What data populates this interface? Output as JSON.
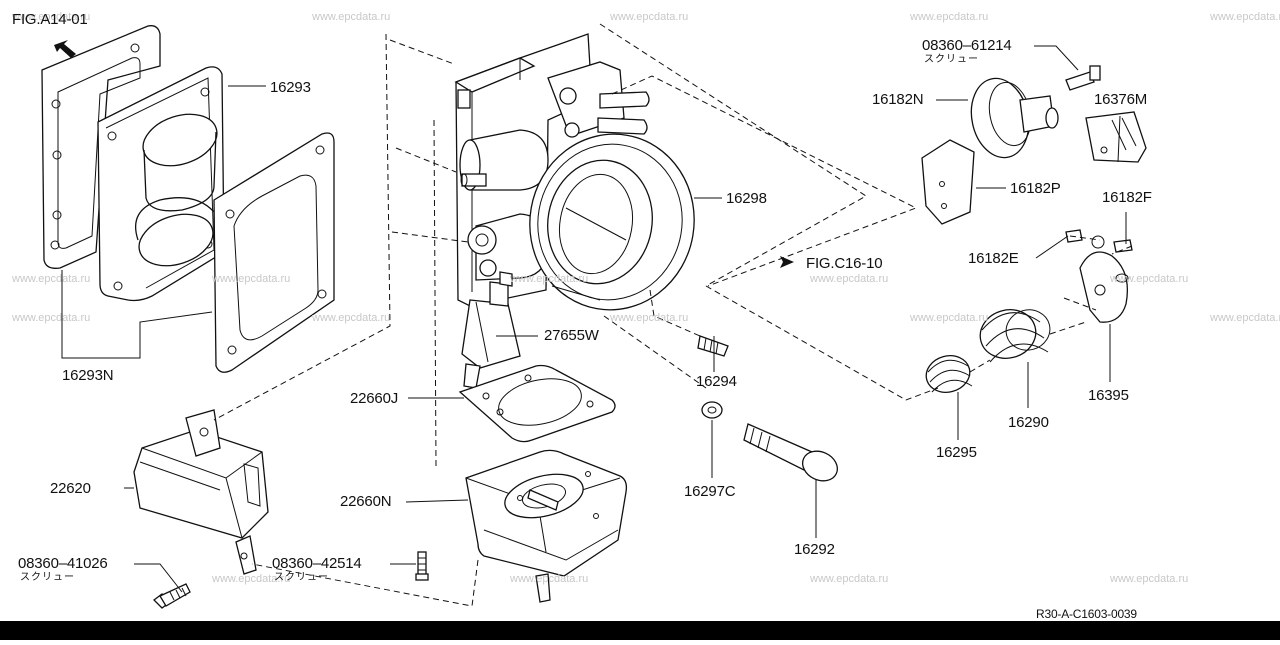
{
  "figure": {
    "figure_id": "FIG.A14-01",
    "ref_code": "R30-A-C1603-0039",
    "cross_ref": "FIG.C16-10"
  },
  "watermark": "www.epcdata.ru",
  "parts": {
    "p16293": "16293",
    "p16293N": "16293N",
    "p16298": "16298",
    "p27655W": "27655W",
    "p22660J": "22660J",
    "p22660N": "22660N",
    "p22620": "22620",
    "p08360_41026": "08360–41026",
    "p08360_41026_note": "スクリュー",
    "p08360_42514": "08360–42514",
    "p08360_42514_note": "スクリュー",
    "p08360_61214": "08360–61214",
    "p08360_61214_note": "スクリュー",
    "p16182N": "16182N",
    "p16376M": "16376M",
    "p16182P": "16182P",
    "p16182F": "16182F",
    "p16182E": "16182E",
    "p16294": "16294",
    "p16297C": "16297C",
    "p16292": "16292",
    "p16295": "16295",
    "p16290": "16290",
    "p16395": "16395"
  }
}
